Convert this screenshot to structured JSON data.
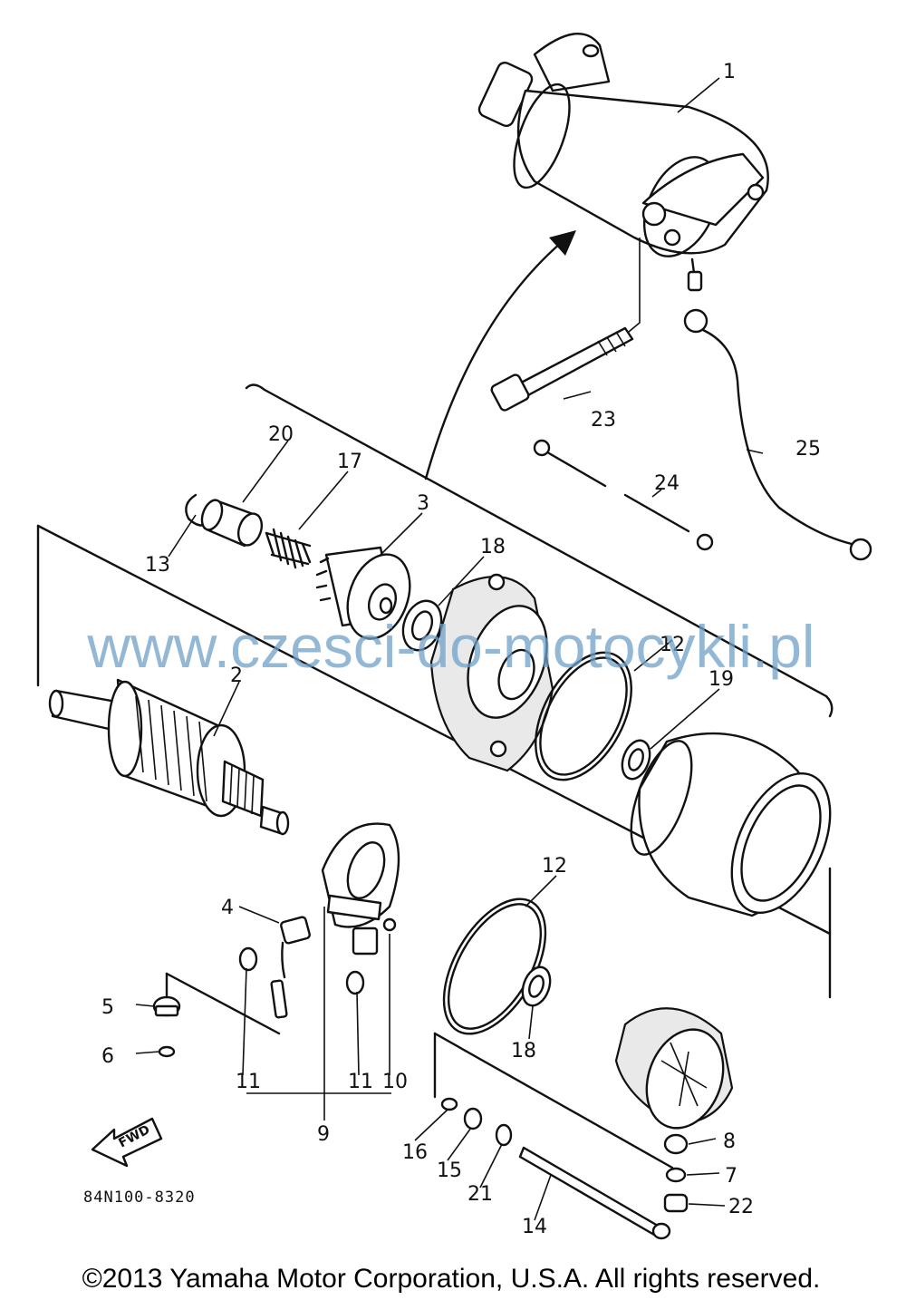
{
  "watermark": "www.czesci-do-motocykli.pl",
  "copyright": "©2013 Yamaha Motor Corporation, U.S.A. All rights reserved.",
  "reference_code": "84N100-8320",
  "fwd_label": "FWD",
  "part_labels": {
    "p1": "1",
    "p2": "2",
    "p3": "3",
    "p4": "4",
    "p5": "5",
    "p6": "6",
    "p7": "7",
    "p8": "8",
    "p9": "9",
    "p10": "10",
    "p11a": "11",
    "p11b": "11",
    "p12a": "12",
    "p12b": "12",
    "p13": "13",
    "p14": "14",
    "p15": "15",
    "p16": "16",
    "p17": "17",
    "p18a": "18",
    "p18b": "18",
    "p19": "19",
    "p20": "20",
    "p21": "21",
    "p22": "22",
    "p23": "23",
    "p24": "24",
    "p25": "25"
  }
}
